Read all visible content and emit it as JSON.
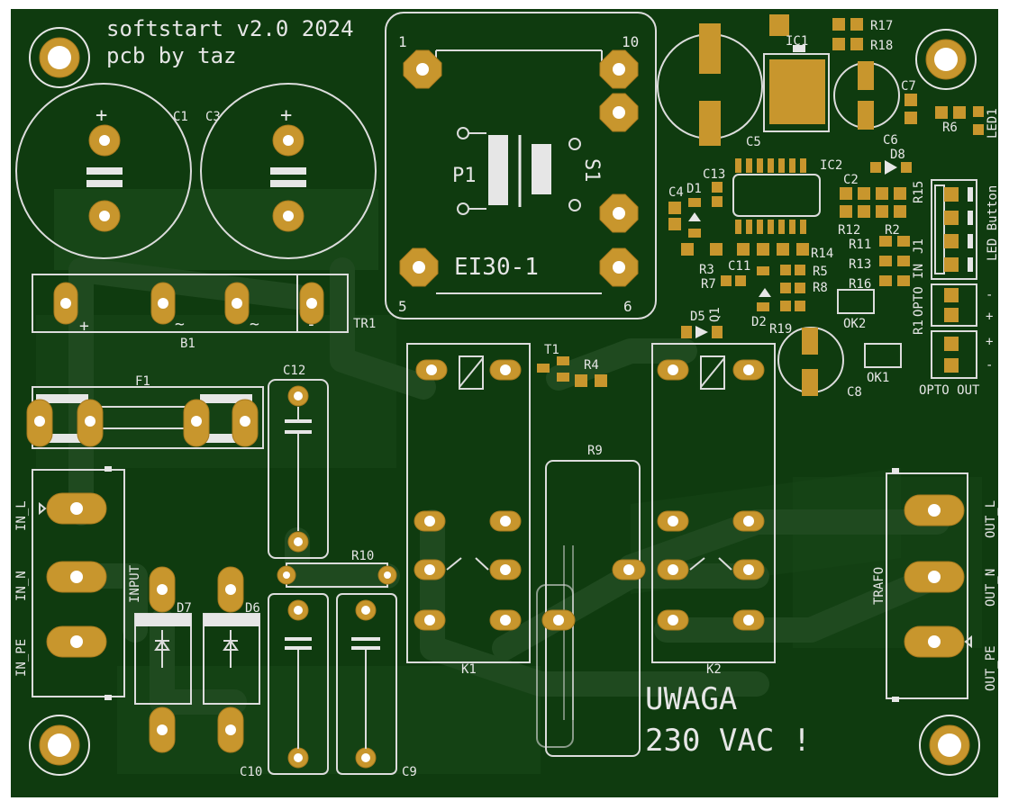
{
  "title_line1": "softstart v2.0 2024",
  "title_line2": "pcb by taz",
  "warning_line1": "UWAGA",
  "warning_line2": "230 VAC !",
  "transformer": {
    "name": "EI30-1",
    "pin1": "1",
    "pin10": "10",
    "pin5": "5",
    "pin6": "6",
    "p1": "P1",
    "s1": "S1"
  },
  "labels": {
    "c1": "C1",
    "c3": "C3",
    "b1": "B1",
    "tr1": "TR1",
    "f1": "F1",
    "c12": "C12",
    "r10": "R10",
    "c10": "C10",
    "c9": "C9",
    "d7": "D7",
    "d6": "D6",
    "input": "INPUT",
    "in_l": "IN_L",
    "in_n": "IN_N",
    "in_pe": "IN_PE",
    "t1": "T1",
    "r4": "R4",
    "k1": "K1",
    "k2": "K2",
    "r9": "R9",
    "trafo": "TRAFO",
    "out_l": "OUT_L",
    "out_n": "OUT_N",
    "out_pe": "OUT_PE",
    "ic1": "IC1",
    "r17": "R17",
    "r18": "R18",
    "c5": "C5",
    "c7": "C7",
    "c6": "C6",
    "r6": "R6",
    "led1": "LED1",
    "d8": "D8",
    "ic2": "IC2",
    "c13": "C13",
    "c4": "C4",
    "d1": "D1",
    "c2": "C2",
    "r15": "R15",
    "r12": "R12",
    "r2": "R2",
    "j1": "J1",
    "r11": "R11",
    "r13": "R13",
    "r14": "R14",
    "r3": "R3",
    "c11": "C11",
    "r5": "R5",
    "r7": "R7",
    "r8": "R8",
    "r16": "R16",
    "d2": "D2",
    "q1": "Q1",
    "d5": "D5",
    "r19": "R19",
    "ok2": "OK2",
    "r1": "R1",
    "ok1": "OK1",
    "c8": "C8",
    "led_button": "LED Button",
    "opto_in": "OPTO IN",
    "opto_out": "OPTO OUT",
    "plus": "+",
    "minus": "-",
    "tilde": "~"
  },
  "colors": {
    "board": "#0e3a0e",
    "board_dark": "#0a2f0a",
    "copper_fill": "#1a4a1a",
    "pad": "#c8962d",
    "silk": "#e6e6e6"
  }
}
